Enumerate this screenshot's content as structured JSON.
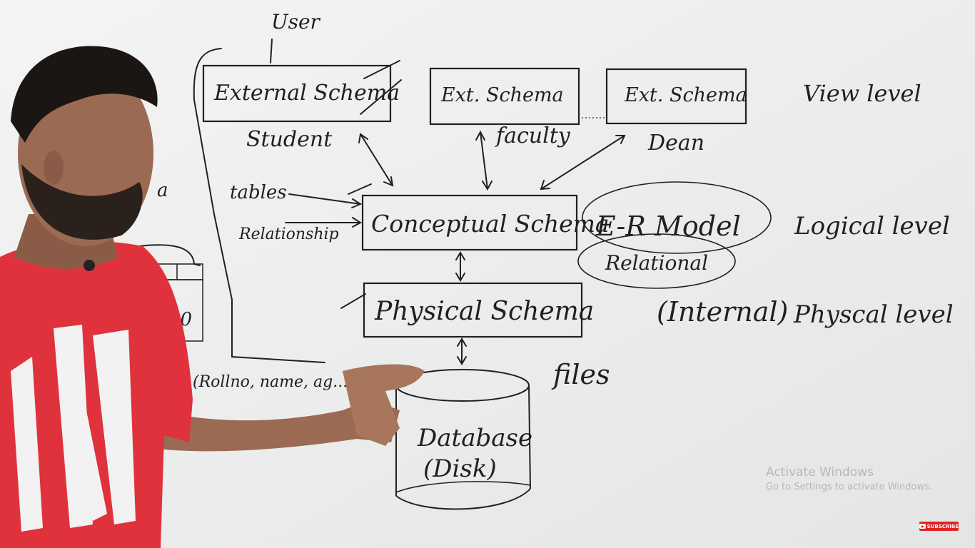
{
  "board": {
    "user": "User",
    "external_schema": "External Schema",
    "ext_schema_2": "Ext. Schema",
    "ext_schema_3": "Ext. Schema",
    "student": "Student",
    "faculty": "faculty",
    "dean": "Dean",
    "view_level": "View level",
    "tables": "tables",
    "relationship": "Relationship",
    "conceptual_schema": "Conceptual Schema",
    "er_model": "E-R Model",
    "relational": "Relational",
    "logical_level": "Logical level",
    "physical_schema": "Physical Schema",
    "internal": "(Internal)",
    "physical_level": "Physcal level",
    "files": "files",
    "database": "Database",
    "disk": "(Disk)",
    "left_fragment_a": "a",
    "left_fragment_num": "20",
    "left_fragment_roll": "(Rollno, name, ag..."
  },
  "overlay": {
    "activate_title": "Activate Windows",
    "activate_sub": "Go to Settings to activate Windows.",
    "subscribe": "SUBSCRIBE"
  },
  "colors": {
    "board": "#eceeec",
    "ink": "#1f2024",
    "shirt": "#e0323d",
    "skin": "#9a6a52",
    "hair": "#1b1614"
  }
}
